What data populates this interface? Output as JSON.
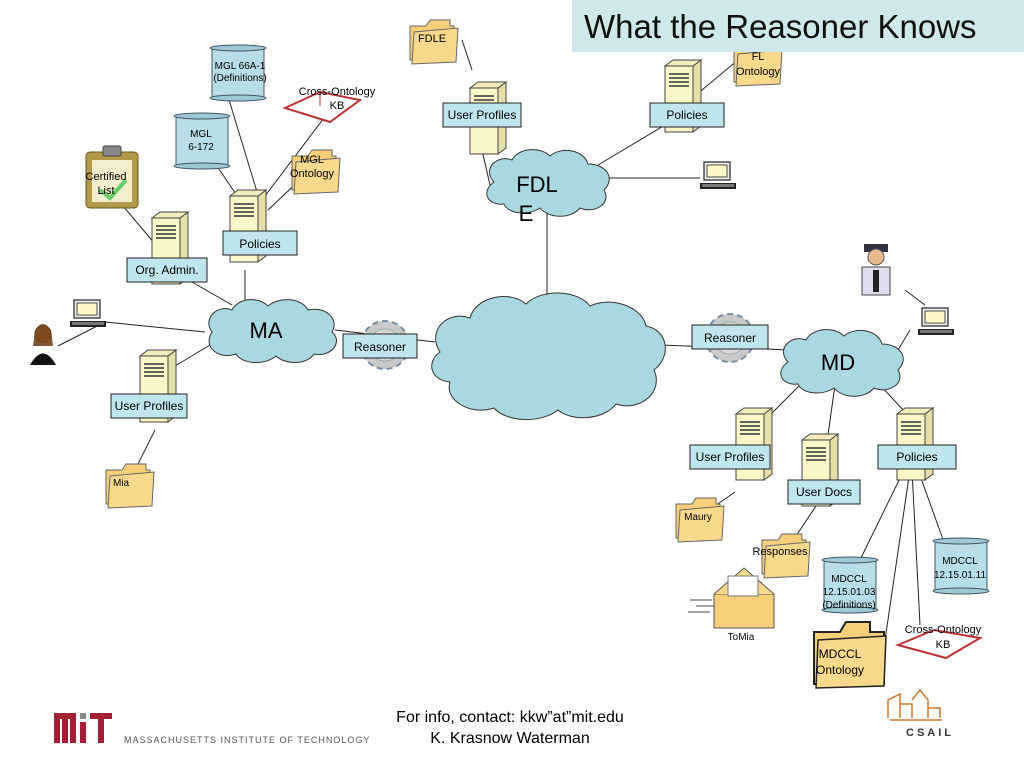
{
  "title": "What the Reasoner Knows",
  "clouds": {
    "ma": "MA",
    "fdle_1": "FDL",
    "fdle_2": "E",
    "md": "MD"
  },
  "labels": {
    "policies_ma": "Policies",
    "org_admin": "Org. Admin.",
    "user_profiles_ma": "User Profiles",
    "reasoner_ma": "Reasoner",
    "user_profiles_fdle": "User Profiles",
    "policies_fdle": "Policies",
    "reasoner_md": "Reasoner",
    "user_profiles_md": "User Profiles",
    "user_docs_md": "User Docs",
    "policies_md": "Policies"
  },
  "folders": {
    "fdle": "FDLE",
    "fl_ont_1": "FL",
    "fl_ont_2": "Ontology",
    "mgl_ont_1": "MGL",
    "mgl_ont_2": "Ontology",
    "mia": "Mia",
    "maury": "Maury",
    "responses": "Responses",
    "mdccl_ont_1": "MDCCL",
    "mdccl_ont_2": "Ontology"
  },
  "scrolls": {
    "mgl66_1": "MGL 66A-1",
    "mgl66_2": "(Definitions)",
    "mgl6172_1": "MGL",
    "mgl6172_2": "6-172",
    "mdccl03_1": "MDCCL",
    "mdccl03_2": "12.15.01.03",
    "mdccl03_3": "(Definitions)",
    "mdccl11_1": "MDCCL",
    "mdccl11_2": "12.15.01.11"
  },
  "books": {
    "ma_1": "Cross-Ontology",
    "ma_2": "KB",
    "md_1": "Cross-Ontology",
    "md_2": "KB"
  },
  "clipboard": {
    "line1": "Certified",
    "line2": "List"
  },
  "envelope": "ToMia",
  "footer": {
    "line1": "For info, contact: kkw”at”mit.edu",
    "line2": "K. Krasnow Waterman"
  },
  "logos": {
    "mit_name": "MASSACHUSETTS INSTITUTE OF TECHNOLOGY",
    "mit_mark": "MIT",
    "csail": "CSAIL"
  },
  "colors": {
    "title_bg": "#cfe8ec",
    "cloud_fill": "#a9d8e0",
    "label_fill": "#bfe6ec",
    "server_fill": "#fbf6c8",
    "folder_fill": "#f6cf78",
    "scroll_fill": "#b7dde6",
    "gear_fill": "#c9c9c9",
    "mit_red": "#a31f34"
  }
}
